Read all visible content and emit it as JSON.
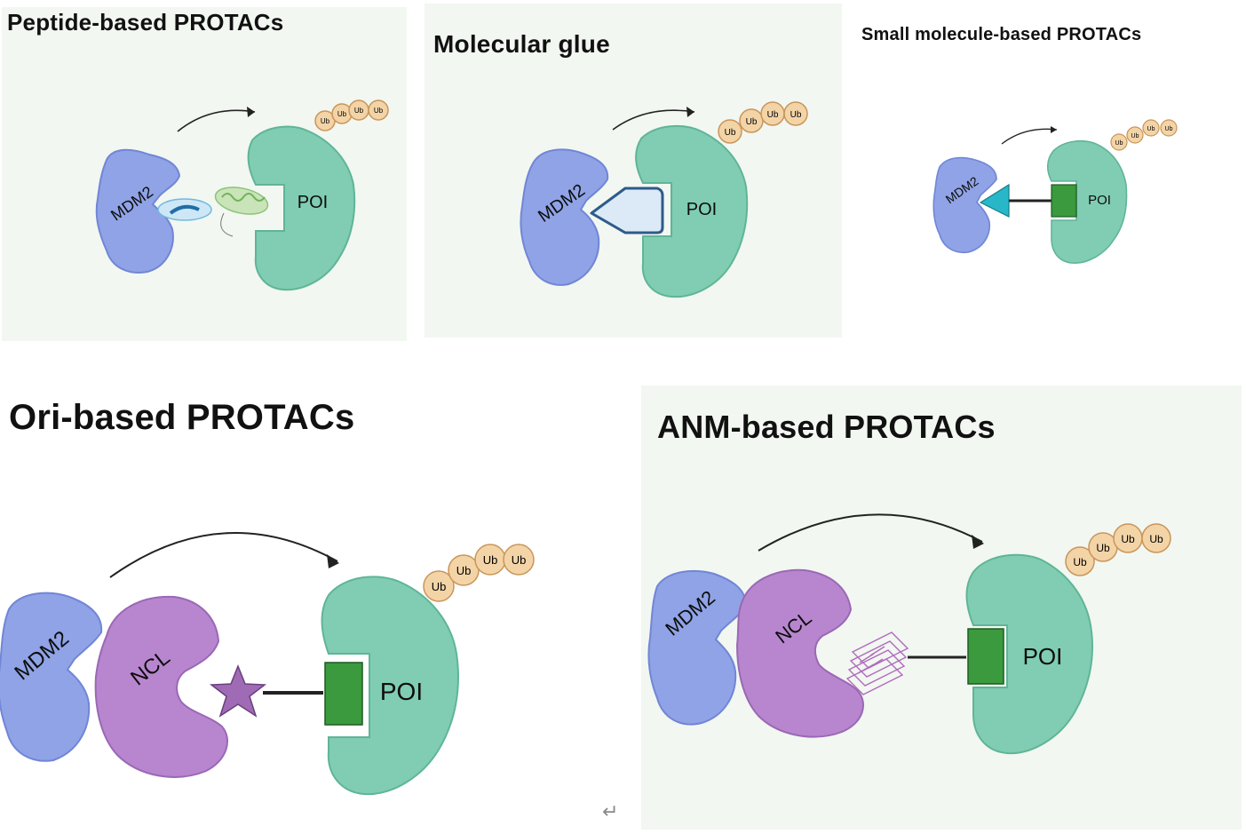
{
  "panels": {
    "peptide": {
      "title": "Peptide-based PROTACs",
      "e3": "MDM2",
      "target": "POI",
      "ubiquitin": [
        "Ub",
        "Ub",
        "Ub",
        "Ub"
      ]
    },
    "glue": {
      "title": "Molecular glue",
      "e3": "MDM2",
      "target": "POI",
      "ubiquitin": [
        "Ub",
        "Ub",
        "Ub",
        "Ub"
      ]
    },
    "small": {
      "title": "Small molecule-based PROTACs",
      "e3": "MDM2",
      "target": "POI",
      "ubiquitin": [
        "Ub",
        "Ub",
        "Ub",
        "Ub"
      ]
    },
    "ori": {
      "title": "Ori-based PROTACs",
      "e3": "MDM2",
      "adapter": "NCL",
      "target": "POI",
      "ubiquitin": [
        "Ub",
        "Ub",
        "Ub",
        "Ub"
      ]
    },
    "anm": {
      "title": "ANM-based PROTACs",
      "e3": "MDM2",
      "adapter": "NCL",
      "target": "POI",
      "ubiquitin": [
        "Ub",
        "Ub",
        "Ub",
        "Ub"
      ]
    }
  },
  "colors": {
    "panel_bg": "#f2f7f1",
    "mdm2": "#8fa3e6",
    "mdm2_edge": "#7186d6",
    "poi": "#80cdb3",
    "poi_edge": "#5fb597",
    "ncl": "#b886cf",
    "ncl_edge": "#9a68b5",
    "ub": "#f3d4a7",
    "ub_edge": "#c9955a",
    "ligand_green": "#3a9a3d",
    "ligand_teal": "#28b7c9",
    "glue_fill": "#dce9f7",
    "glue_edge": "#2d5b8a",
    "star": "#a06bb5"
  },
  "decor": {
    "return_glyph": "↵"
  }
}
